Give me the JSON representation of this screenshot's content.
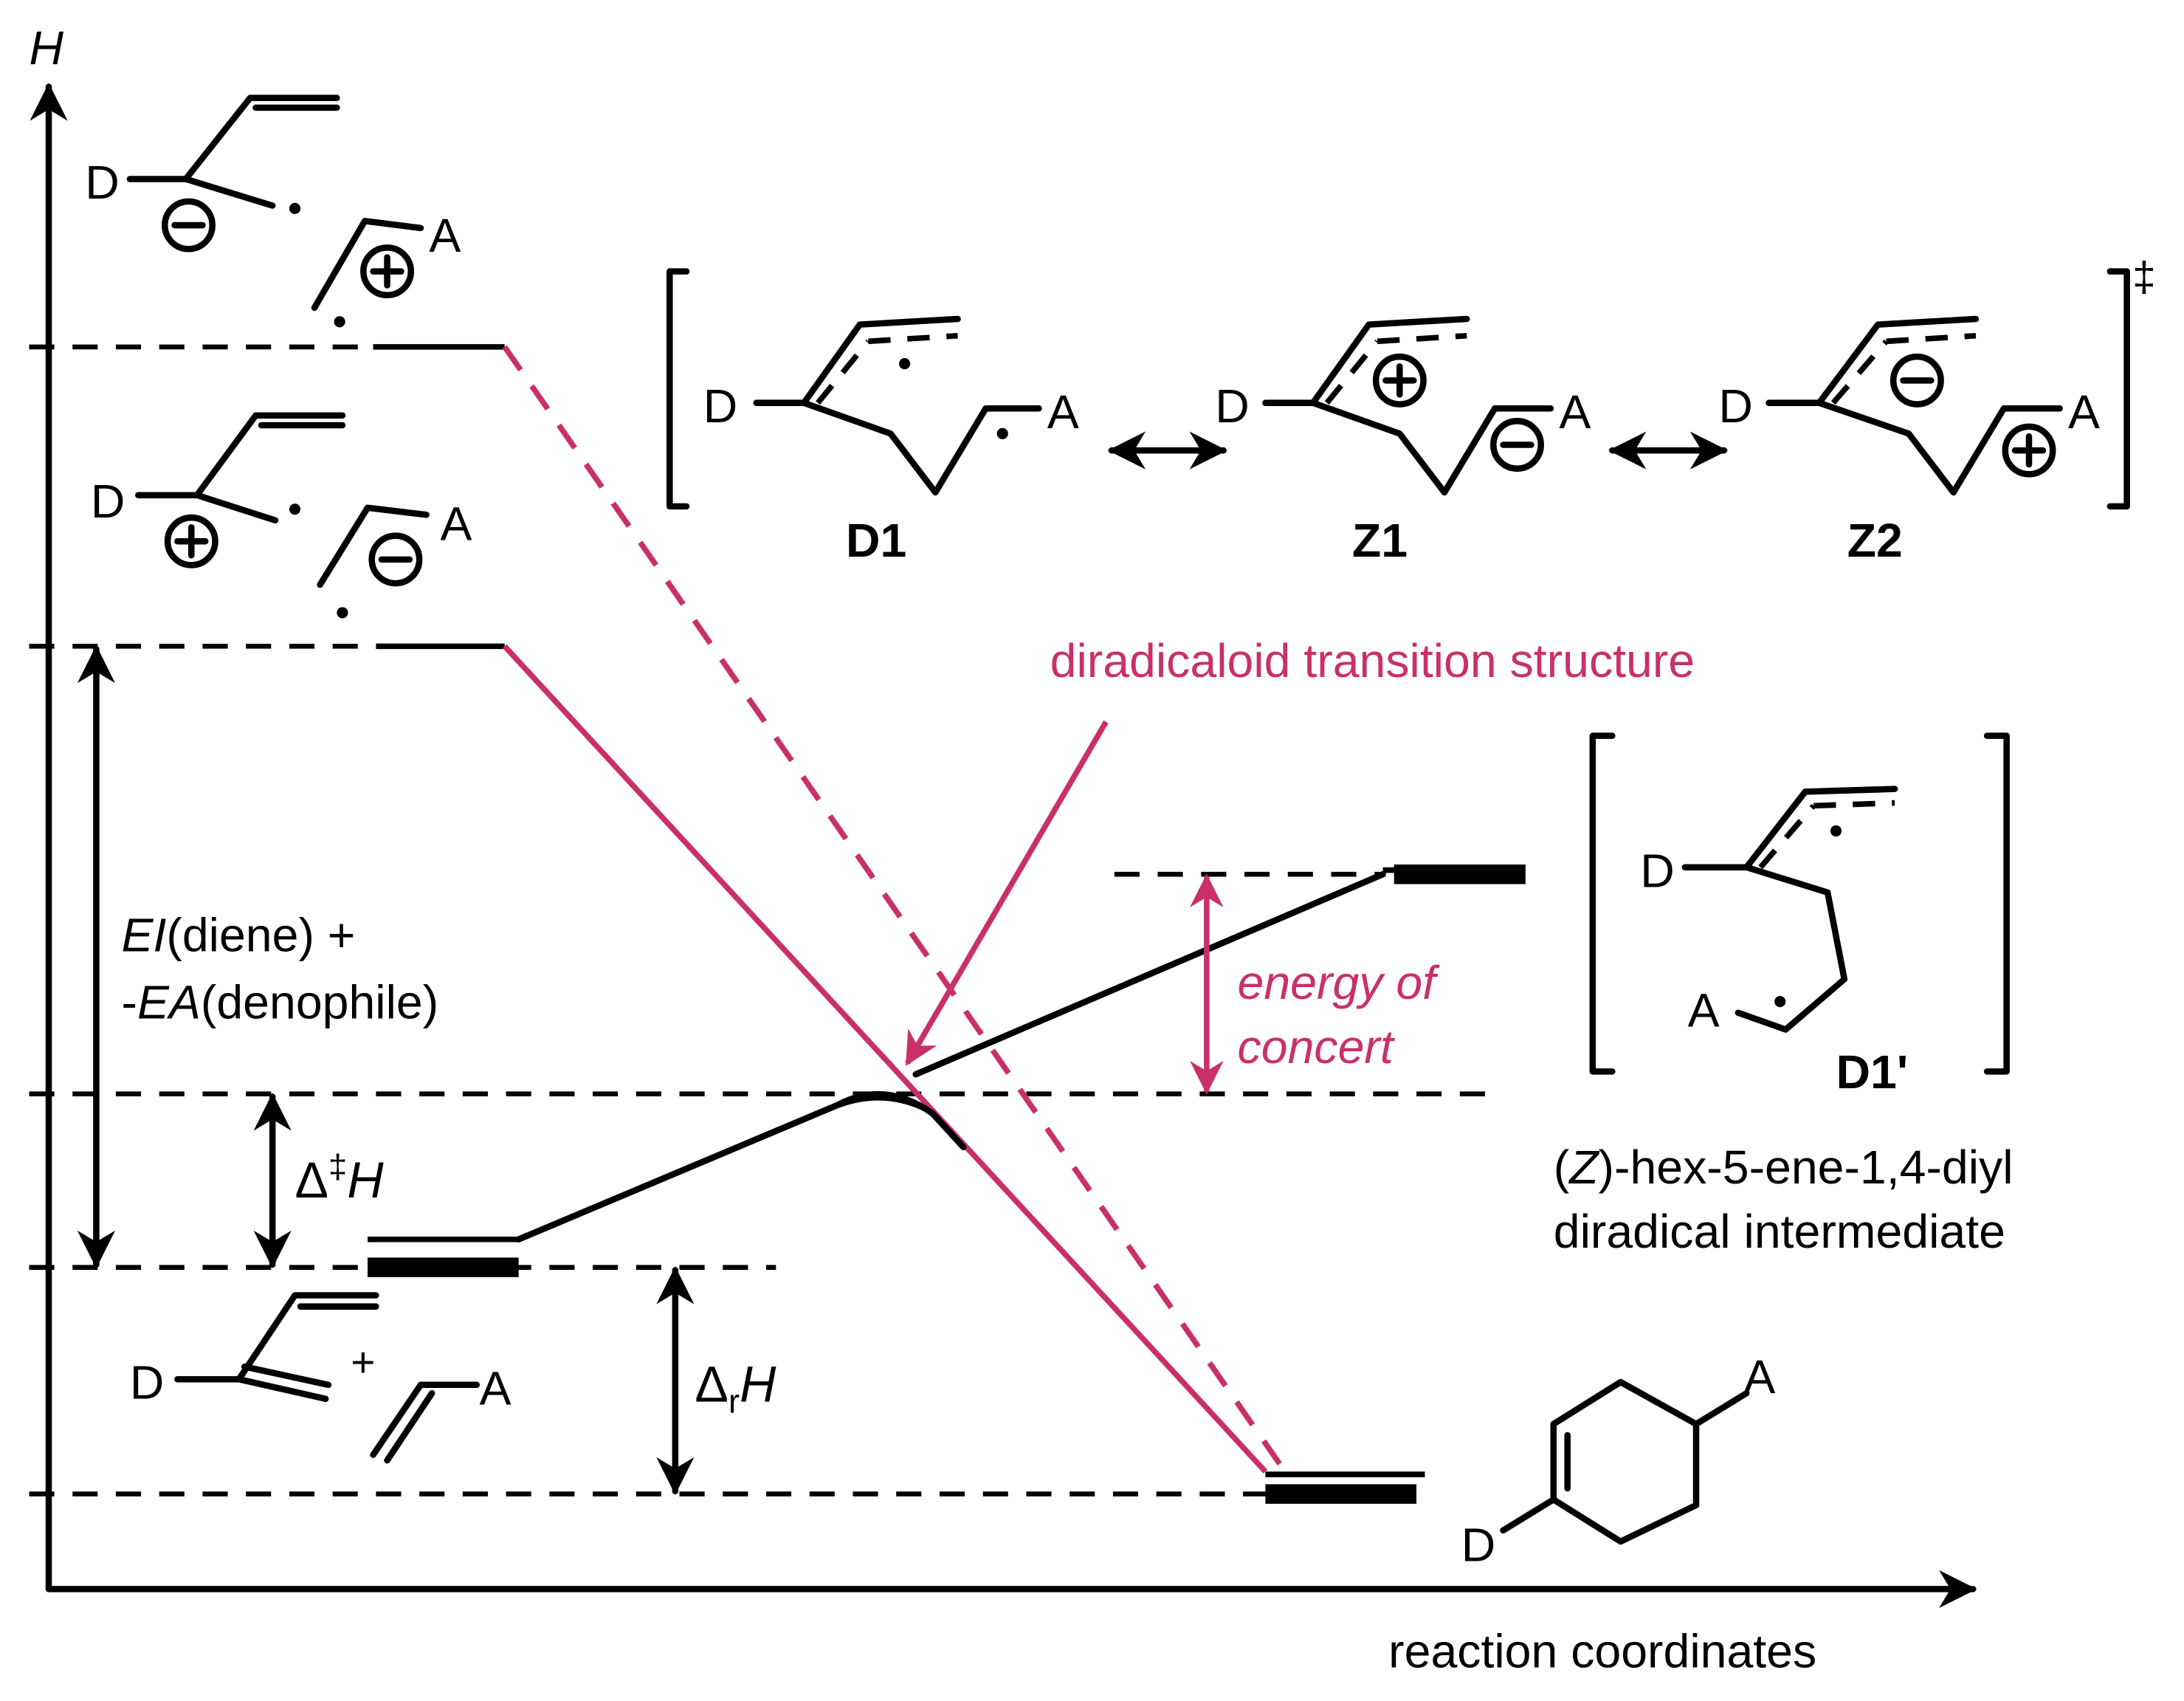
{
  "axes": {
    "y_label": "H",
    "x_label": "reaction coordinates"
  },
  "energy_gap": {
    "line1_italic": "EI",
    "line1_text": "(diene) +",
    "line2_prefix": "-",
    "line2_italic": "EA",
    "line2_text": "(denophile)"
  },
  "activation": {
    "delta": "Δ",
    "dagger": "‡",
    "italic": "H"
  },
  "reaction_enthalpy": {
    "delta": "Δ",
    "subscript": "r",
    "italic": "H"
  },
  "transition_label": "diradicaloid transition structure",
  "concert_label": {
    "line1": "energy of",
    "line2": "concert"
  },
  "intermediate_caption": {
    "line1_italic": "Z",
    "line1_prefix": "(",
    "line1_text": ")-hex-5-ene-1,4-diyl",
    "line2": "diradical intermediate"
  },
  "resonance": {
    "structures": [
      "D1",
      "Z1",
      "Z2"
    ],
    "dagger": "‡"
  },
  "intermediate_name": "D1'",
  "atoms": {
    "donor": "D",
    "acceptor": "A",
    "plus_sign": "+"
  },
  "colors": {
    "accent": "#c9306a",
    "ink": "#000000"
  }
}
